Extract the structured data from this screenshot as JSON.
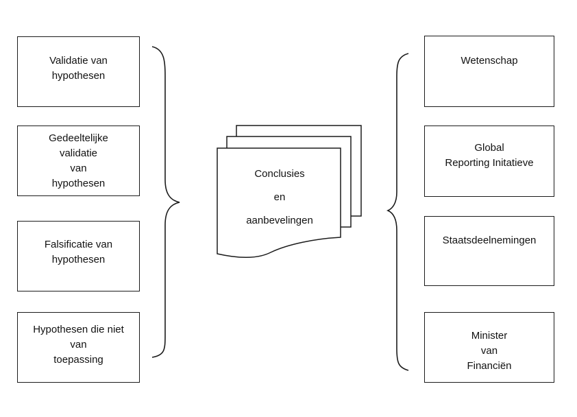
{
  "left_boxes": [
    {
      "text": "Validatie van\nhypothesen"
    },
    {
      "text": "Gedeeltelijke\nvalidatie\nvan\nhypothesen"
    },
    {
      "text": "Falsificatie van\nhypothesen"
    },
    {
      "text": "Hypothesen die niet\nvan\ntoepassing"
    }
  ],
  "center": {
    "line1": "Conclusies",
    "line2": "en",
    "line3": "aanbevelingen"
  },
  "right_boxes": [
    {
      "text": "Wetenschap"
    },
    {
      "text": "Global\nReporting Initatieve"
    },
    {
      "text": "Staatsdeelnemingen"
    },
    {
      "text": "Minister\nvan\nFinanciën"
    }
  ]
}
